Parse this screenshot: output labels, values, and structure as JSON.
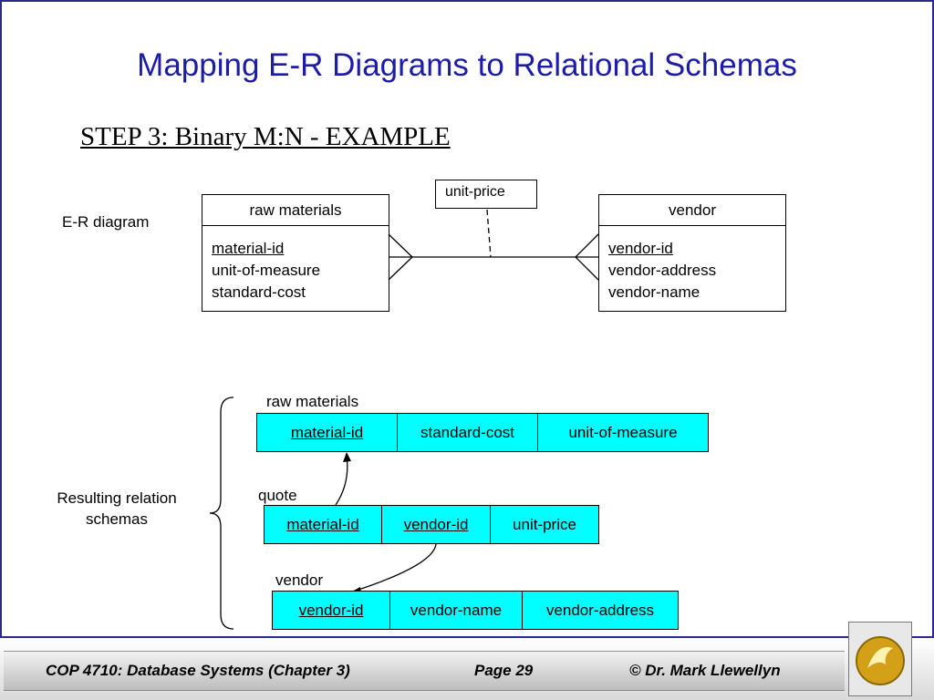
{
  "title": "Mapping E-R Diagrams to Relational Schemas",
  "subtitle": "STEP 3:  Binary M:N - EXAMPLE",
  "er_label": "E-R diagram",
  "entities": [
    {
      "name": "raw materials",
      "attrs": [
        "material-id",
        "unit-of-measure",
        "standard-cost"
      ]
    },
    {
      "name": "vendor",
      "attrs": [
        "vendor-id",
        "vendor-address",
        "vendor-name"
      ]
    }
  ],
  "relationship_attr": "unit-price",
  "result_label": "Resulting relation schemas",
  "schemas": [
    {
      "name": "raw materials",
      "cols": [
        "material-id",
        "standard-cost",
        "unit-of-measure"
      ]
    },
    {
      "name": "quote",
      "cols": [
        "material-id",
        "vendor-id",
        "unit-price"
      ]
    },
    {
      "name": "vendor",
      "cols": [
        "vendor-id",
        "vendor-name",
        "vendor-address"
      ]
    }
  ],
  "footer": {
    "course": "COP 4710: Database Systems  (Chapter 3)",
    "page": "Page 29",
    "author": "© Dr. Mark Llewellyn"
  },
  "colors": {
    "title": "#1c1ca8",
    "schema_fill": "#00ffff"
  }
}
